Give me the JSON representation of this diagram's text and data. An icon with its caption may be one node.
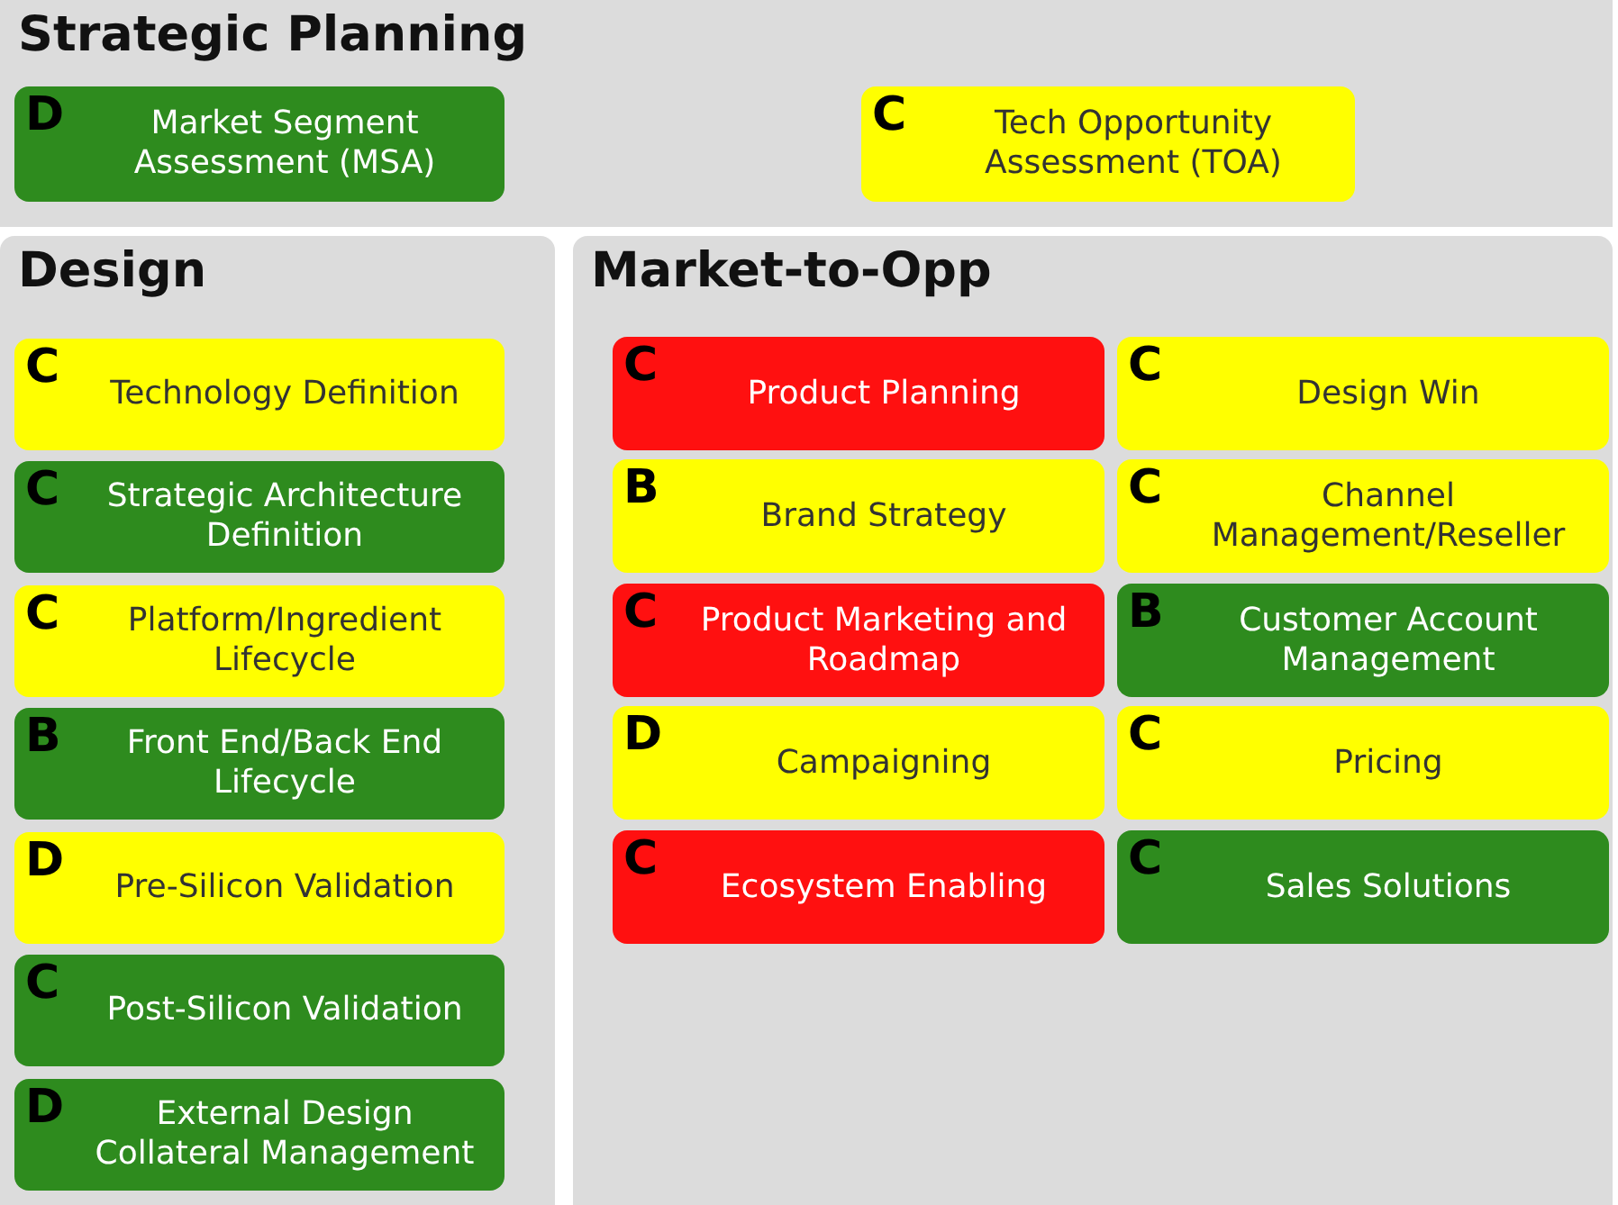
{
  "diagram": {
    "nodes": [
      {
        "text": [
          "Strategic Planning"
        ]
      },
      {
        "text": [
          "D",
          "Market Segment Assessment (MSA)"
        ],
        "in": 0
      },
      {
        "text": [
          "C",
          "Tech Opportunity Assessment (TOA)"
        ],
        "in": 0
      },
      {
        "text": [
          "Design"
        ]
      },
      {
        "text": [
          "C",
          "Technology Definition"
        ],
        "in": 3
      },
      {
        "text": [
          "C",
          "Strategic Architecture Definition"
        ],
        "in": 3
      },
      {
        "text": [
          "C",
          "Platform/Ingredient Lifecycle"
        ],
        "in": 3
      },
      {
        "text": [
          "B",
          "Front End/Back End Lifecycle"
        ],
        "in": 3
      },
      {
        "text": [
          "D",
          "Pre-Silicon Validation"
        ],
        "in": 3
      },
      {
        "text": [
          "C",
          "Post-Silicon Validation"
        ],
        "in": 3
      },
      {
        "text": [
          "D",
          "External Design Collateral Management"
        ],
        "in": 3
      },
      {
        "text": [
          "Market-to-Opp"
        ]
      },
      {
        "text": [
          "C",
          "Product Planning"
        ],
        "in": 11
      },
      {
        "text": [
          "C",
          "Design Win"
        ],
        "in": 11
      },
      {
        "text": [
          "B",
          "Brand Strategy"
        ],
        "in": 11
      },
      {
        "text": [
          "C",
          "Channel Management/Reseller"
        ],
        "in": 11
      },
      {
        "text": [
          "C",
          "Product Marketing and Roadmap"
        ],
        "in": 11
      },
      {
        "text": [
          "B",
          "Customer Account Management"
        ],
        "in": 11
      },
      {
        "text": [
          "D",
          "Campaigning"
        ],
        "in": 11
      },
      {
        "text": [
          "C",
          "Pricing"
        ],
        "in": 11
      },
      {
        "text": [
          "C",
          "Ecosystem Enabling"
        ],
        "in": 11
      },
      {
        "text": [
          "C",
          "Sales Solutions"
        ],
        "in": 11
      }
    ],
    "edges": []
  }
}
